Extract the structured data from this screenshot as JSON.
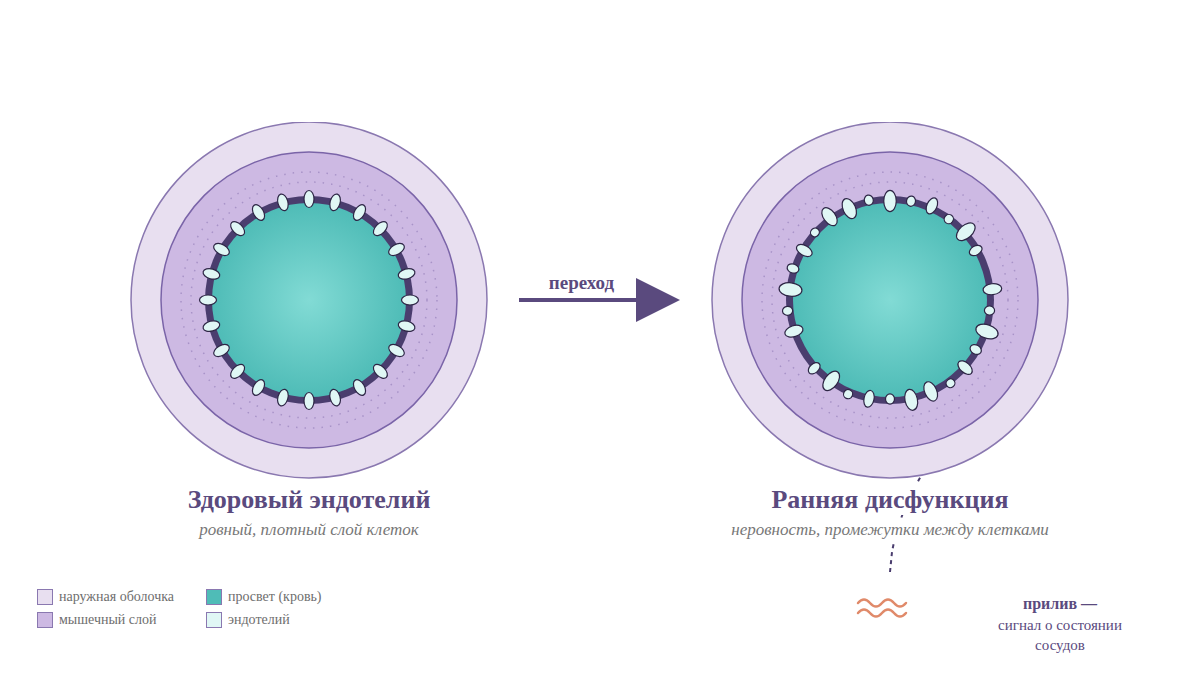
{
  "diagram": {
    "nodes": [
      {
        "text": [
          "Здоровый эндотелий",
          "ровный, плотный слой клеток"
        ]
      },
      {
        "text": [
          "Ранняя дисфункция",
          "неровность, промежутки между клетками"
        ]
      }
    ],
    "edges": [
      {
        "from": 0,
        "to": 1,
        "arrow": "to",
        "label": "переход"
      }
    ],
    "labels": [
      "прилив —",
      "сигнал о состоянии сосудов"
    ],
    "legend": [
      {
        "text": "наружная оболочка",
        "color": "#e8dff0"
      },
      {
        "text": "мышечный слой",
        "color": "#cdb9e3"
      },
      {
        "text": "просвет (кровь)",
        "color": "#4fbcb7"
      },
      {
        "text": "эндотелий",
        "color": "#e0f7f5"
      }
    ]
  }
}
